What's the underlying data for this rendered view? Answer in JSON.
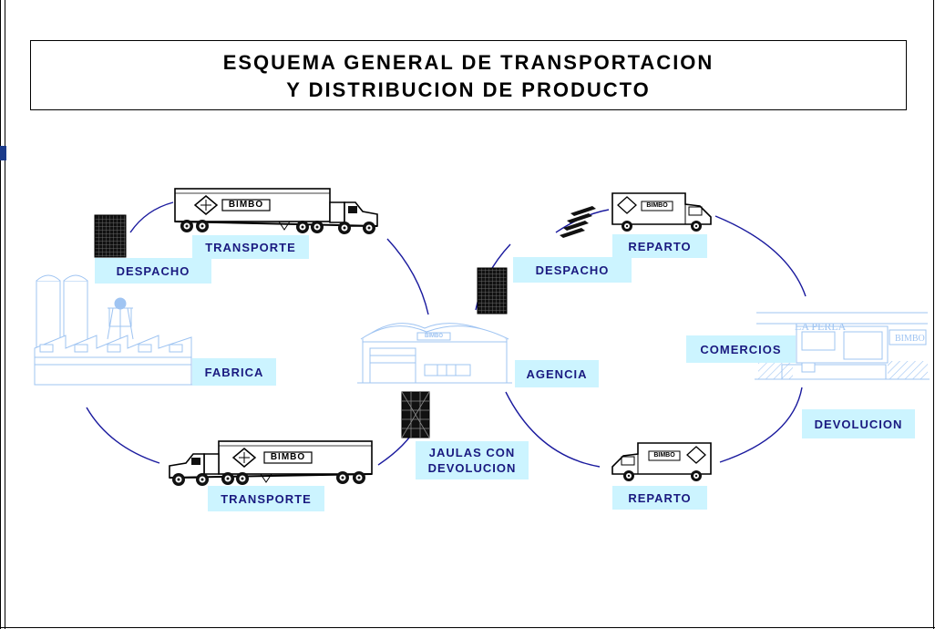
{
  "title": {
    "line1": "ESQUEMA GENERAL DE TRANSPORTACION",
    "line2": "Y DISTRIBUCION DE PRODUCTO"
  },
  "labels": {
    "transporte_top": "TRANSPORTE",
    "despacho_left": "DESPACHO",
    "fabrica": "FABRICA",
    "transporte_bottom": "TRANSPORTE",
    "jaulas": "JAULAS CON DEVOLUCION",
    "agencia": "AGENCIA",
    "despacho_right": "DESPACHO",
    "reparto_top": "REPARTO",
    "comercios": "COMERCIOS",
    "devolucion": "DEVOLUCION",
    "reparto_bottom": "REPARTO"
  },
  "artwork_text": {
    "truck_brand": "BIMBO",
    "store_name": "LA PERLA",
    "store_sign": "BIMBO"
  },
  "colors": {
    "flow_line": "#1a1a9e",
    "label_bg": "#ccf4ff",
    "label_text": "#1a1a80",
    "building_line": "#9fc4f2"
  },
  "icons": [
    "factory-icon",
    "truck-icon",
    "van-icon",
    "warehouse-icon",
    "crate-icon",
    "store-icon"
  ]
}
